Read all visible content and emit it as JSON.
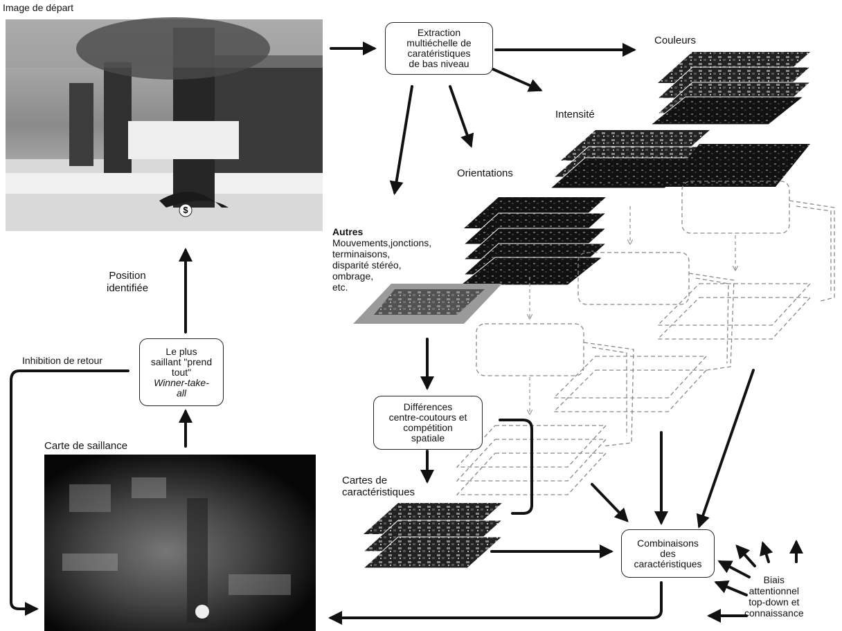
{
  "labels": {
    "input_image": "Image de départ",
    "colors": "Couleurs",
    "intensity": "Intensité",
    "orientations": "Orientations",
    "others_title": "Autres",
    "others_lines": [
      "Mouvements,jonctions,",
      "terminaisons,",
      "disparité stéréo,",
      "ombrage,",
      "etc."
    ],
    "position_lines": [
      "Position",
      "identifiée"
    ],
    "inhibition": "Inhibition de retour",
    "saliency_map": "Carte de saillance",
    "feature_maps_lines": [
      "Cartes de",
      "caractéristiques"
    ]
  },
  "boxes": {
    "extraction": [
      "Extraction",
      "multiéchelle de",
      "caratéristiques",
      "de bas niveau"
    ],
    "winner_plain": [
      "Le plus",
      "saillant \"prend",
      "tout\""
    ],
    "winner_italic": [
      "Winner-take-",
      "all"
    ],
    "center_surround": [
      "Différences",
      "centre-coutours et",
      "compétition",
      "spatiale"
    ],
    "combination": [
      "Combinaisons",
      "des",
      "caractéristiques"
    ],
    "bias": [
      "Biais",
      "attentionnel",
      "top-down et",
      "connaissance"
    ]
  },
  "icons": [
    "dollar-sign-icon"
  ],
  "colors": {
    "ink": "#111111",
    "dashed": "#888888",
    "paper": "#ffffff"
  }
}
